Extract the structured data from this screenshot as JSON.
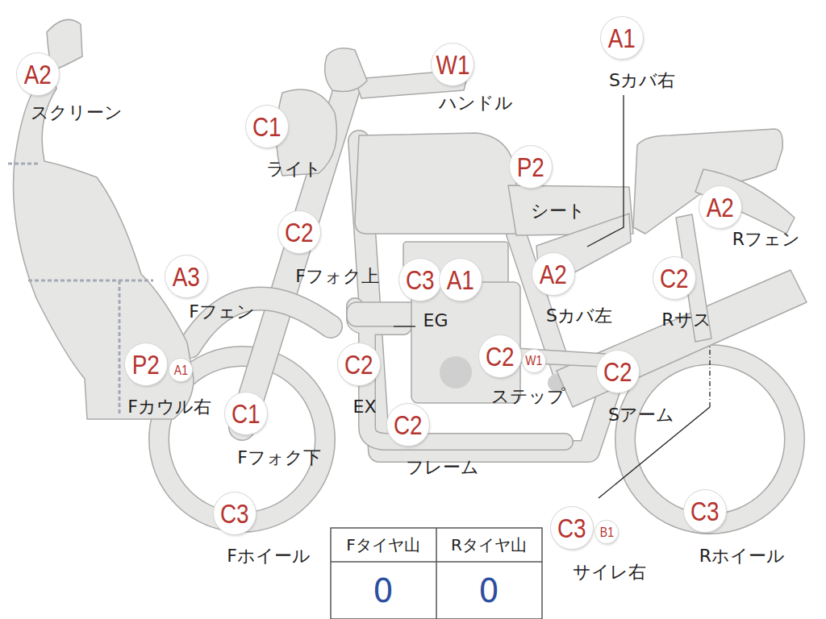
{
  "diagram": {
    "nodes": [
      {
        "text": [
          "A2"
        ]
      },
      {
        "text": [
          "W1"
        ]
      },
      {
        "text": [
          "A1"
        ]
      },
      {
        "text": [
          "C1"
        ]
      },
      {
        "text": [
          "P2"
        ]
      },
      {
        "text": [
          "A2"
        ]
      },
      {
        "text": [
          "C2"
        ]
      },
      {
        "text": [
          "A3"
        ]
      },
      {
        "text": [
          "C3"
        ]
      },
      {
        "text": [
          "A1"
        ]
      },
      {
        "text": [
          "A2"
        ]
      },
      {
        "text": [
          "C2"
        ]
      },
      {
        "text": [
          "P2"
        ]
      },
      {
        "text": [
          "A1"
        ]
      },
      {
        "text": [
          "C2"
        ]
      },
      {
        "text": [
          "C2"
        ]
      },
      {
        "text": [
          "W1"
        ]
      },
      {
        "text": [
          "C2"
        ]
      },
      {
        "text": [
          "C1"
        ]
      },
      {
        "text": [
          "C2"
        ]
      },
      {
        "text": [
          "C3"
        ]
      },
      {
        "text": [
          "C3"
        ]
      },
      {
        "text": [
          "B1"
        ]
      },
      {
        "text": [
          "C3"
        ]
      }
    ],
    "labels": [
      "スクリーン",
      "ハンドル",
      "Sカバ右",
      "ライト",
      "シート",
      "Rフェン",
      "Fフォク上",
      "Fフェン",
      "EG",
      "Sカバ左",
      "Rサス",
      "Fカウル右",
      "EX",
      "ステップ",
      "Sアーム",
      "Fフォク下",
      "フレーム",
      "Fホイール",
      "サイレ右",
      "Rホイール",
      "Fタイヤ山",
      "Rタイヤ山",
      "0",
      "0"
    ]
  }
}
